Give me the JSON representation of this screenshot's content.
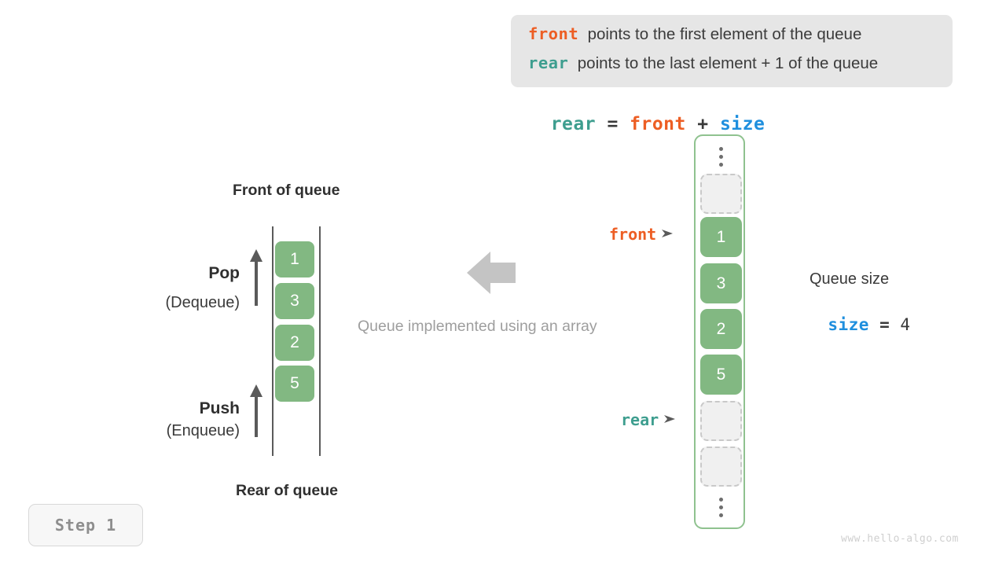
{
  "legend": {
    "lines": [
      {
        "keyword": "front",
        "keyword_color": "#ed5e24",
        "text": "points to the first element of the queue"
      },
      {
        "keyword": "rear",
        "keyword_color": "#3e9e8f",
        "text": "points to the last element + 1 of the queue"
      }
    ]
  },
  "formula": {
    "lhs": "rear",
    "eq": " = ",
    "rhs1": "front",
    "plus": " + ",
    "rhs2": "size"
  },
  "left_queue": {
    "top_label": "Front of queue",
    "bottom_label": "Rear of queue",
    "cells": [
      "1",
      "3",
      "2",
      "5"
    ],
    "pop": {
      "name": "Pop",
      "sub": "(Dequeue)"
    },
    "push": {
      "name": "Push",
      "sub": "(Enqueue)"
    }
  },
  "center": {
    "caption": "Queue implemented using an array",
    "arrow_direction": "left"
  },
  "array": {
    "slots": [
      {
        "type": "ellipsis",
        "value": ""
      },
      {
        "type": "empty",
        "value": ""
      },
      {
        "type": "filled",
        "value": "1"
      },
      {
        "type": "filled",
        "value": "3"
      },
      {
        "type": "filled",
        "value": "2"
      },
      {
        "type": "filled",
        "value": "5"
      },
      {
        "type": "empty",
        "value": ""
      },
      {
        "type": "empty",
        "value": ""
      },
      {
        "type": "ellipsis",
        "value": ""
      }
    ],
    "pointers": {
      "front": "front",
      "rear": "rear"
    }
  },
  "size_annotation": {
    "title": "Queue size",
    "var": "size",
    "eq": " = ",
    "value": "4"
  },
  "step_badge": "Step 1",
  "watermark": "www.hello-algo.com",
  "colors": {
    "front": "#ed5e24",
    "rear": "#3e9e8f",
    "size": "#1f8fde",
    "cell_fill": "#82b882",
    "container_border": "#8fc28f",
    "muted": "#9e9e9e"
  }
}
